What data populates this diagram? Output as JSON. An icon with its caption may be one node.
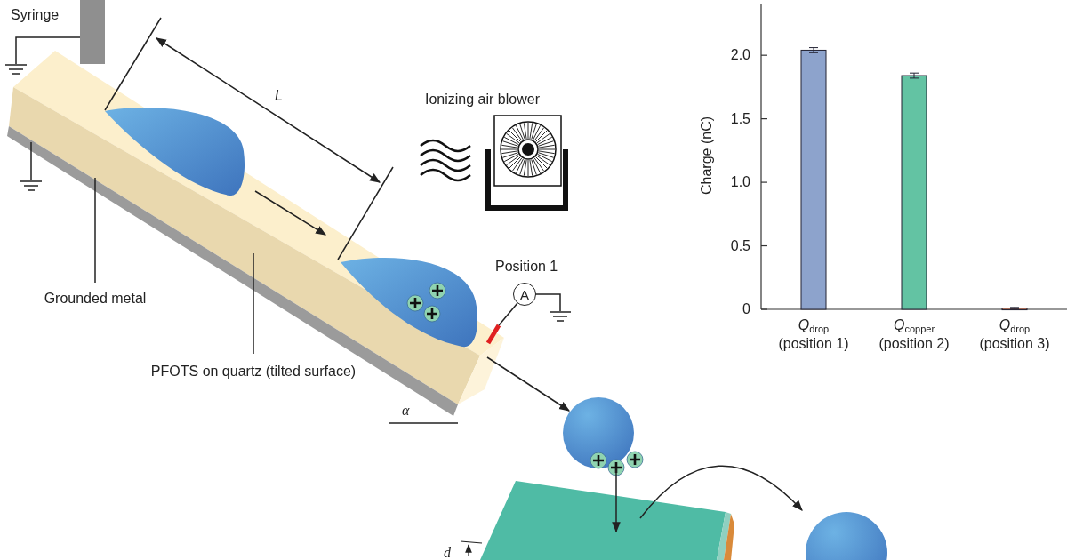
{
  "diagram": {
    "nodes": [
      {
        "text": [],
        "shape": "bar"
      },
      {
        "text": [],
        "shape": "bar"
      },
      {
        "text": [
          "Grounded metal"
        ]
      },
      {
        "text": [
          "PFOTS on quartz (tilted surface)"
        ]
      },
      {
        "text": [
          "A"
        ]
      },
      {
        "text": [],
        "shape": "circle"
      },
      {
        "text": [],
        "shape": "box"
      },
      {
        "text": [],
        "shape": "circle"
      }
    ],
    "edges": [
      {
        "from": 2,
        "to": 1,
        "arrow": "none"
      },
      {
        "from": 3,
        "to": 0,
        "arrow": "none"
      },
      {
        "from": 0,
        "to": 5,
        "arrow": "to"
      },
      {
        "from": 5,
        "to": 6,
        "arrow": "to"
      },
      {
        "from": 6,
        "to": 7,
        "arrow": "to"
      }
    ],
    "labels": [
      "Syringe",
      "L",
      "Ionizing air blower",
      "α",
      "d",
      "Position 1"
    ],
    "chart_data": {
      "type": "bar",
      "ylabel": "Charge (nC)",
      "categories": [
        "*Q*$_{drop}$ (position 1)",
        "*Q*$_{copper}$ (position 2)",
        "*Q*$_{drop}$ (position 3)"
      ],
      "series": [
        {
          "values": [
            2.04,
            1.84,
            0.01
          ],
          "errors": [
            0.02,
            0.02,
            0.005
          ]
        }
      ],
      "ylim": [
        0,
        2.4
      ],
      "yticks": [
        {
          "value": 0,
          "label": "0"
        },
        {
          "value": 0.5,
          "label": "0.5"
        },
        {
          "value": 1,
          "label": "1.0"
        },
        {
          "value": 1.5,
          "label": "1.5"
        },
        {
          "value": 2,
          "label": "2.0"
        }
      ]
    }
  }
}
